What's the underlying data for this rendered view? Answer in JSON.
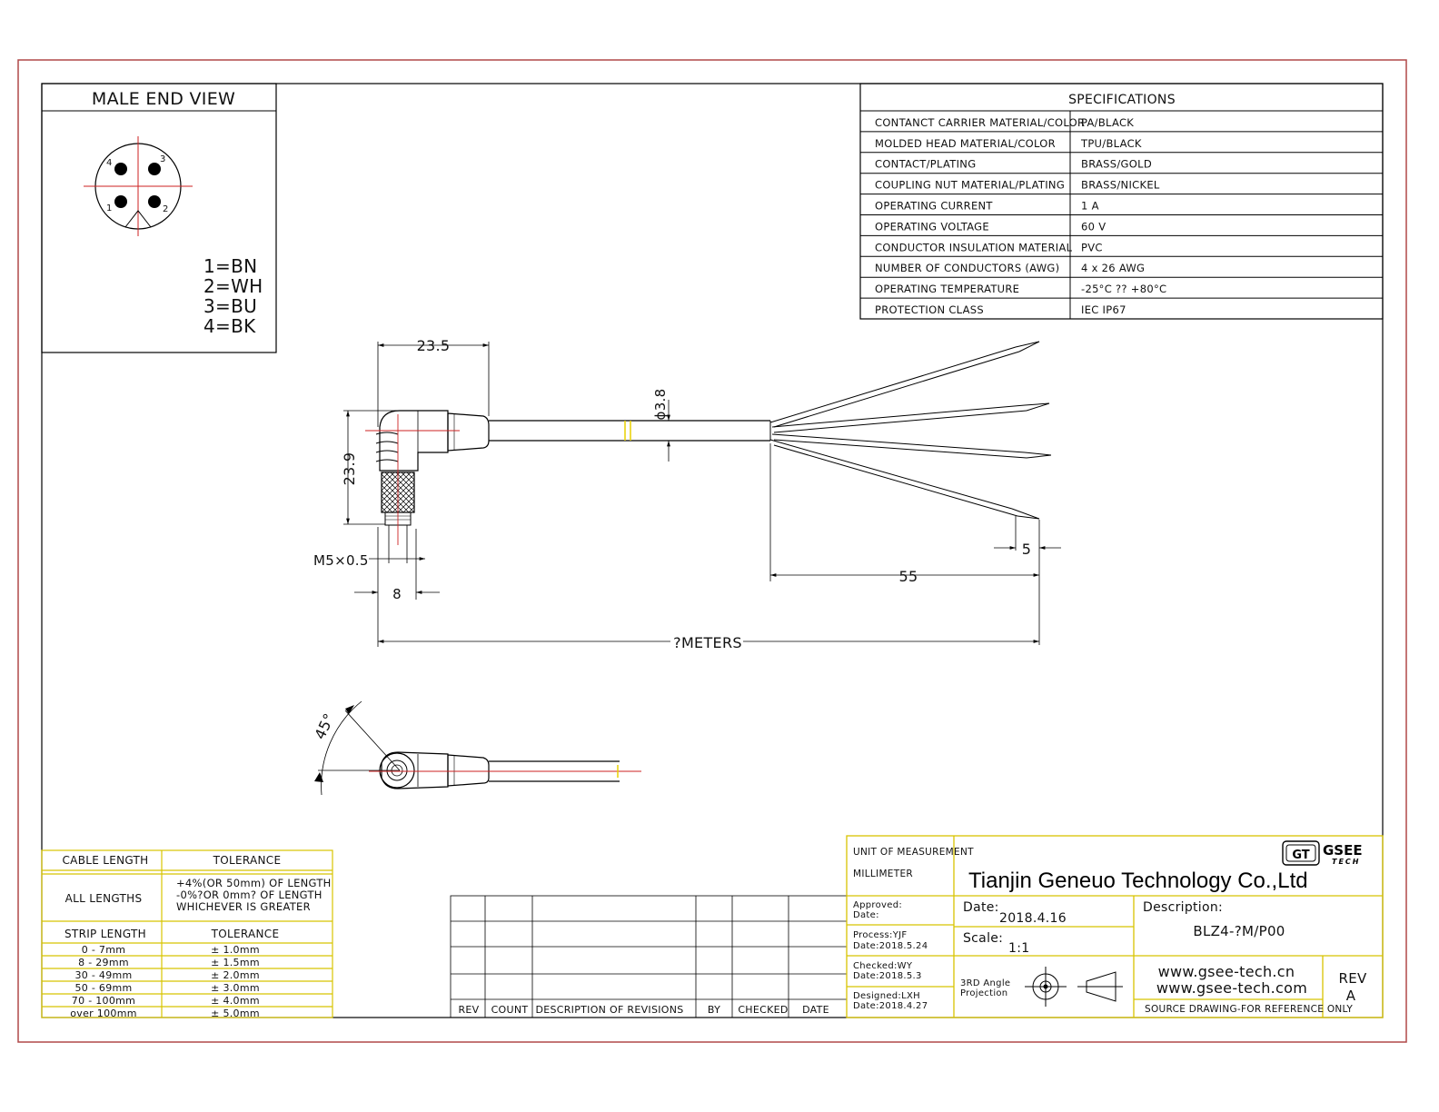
{
  "male_end_view": {
    "title": "MALE END VIEW",
    "pins": [
      "1",
      "2",
      "3",
      "4"
    ],
    "wires": [
      "1=BN",
      "2=WH",
      "3=BU",
      "4=BK"
    ]
  },
  "specifications": {
    "title": "SPECIFICATIONS",
    "rows": [
      {
        "label": "CONTANCT CARRIER MATERIAL/COLOR",
        "value": "PA/BLACK"
      },
      {
        "label": "MOLDED HEAD MATERIAL/COLOR",
        "value": "TPU/BLACK"
      },
      {
        "label": "CONTACT/PLATING",
        "value": "BRASS/GOLD"
      },
      {
        "label": "COUPLING NUT MATERIAL/PLATING",
        "value": "BRASS/NICKEL"
      },
      {
        "label": "OPERATING CURRENT",
        "value": "1 A"
      },
      {
        "label": "OPERATING VOLTAGE",
        "value": "60 V"
      },
      {
        "label": "CONDUCTOR INSULATION MATERIAL",
        "value": "PVC"
      },
      {
        "label": "NUMBER OF CONDUCTORS (AWG)",
        "value": "4 x 26 AWG"
      },
      {
        "label": "OPERATING TEMPERATURE",
        "value": "-25°C ?? +80°C"
      },
      {
        "label": "PROTECTION CLASS",
        "value": "IEC  IP67"
      }
    ]
  },
  "dimensions": {
    "head_length": "23.5",
    "head_height": "23.9",
    "cable_dia": "ϕ3.8",
    "thread": "M5×0.5",
    "nut_width": "8",
    "strip": "5",
    "jacket_strip": "55",
    "total_length": "?METERS",
    "angle": "45°"
  },
  "cable_tolerance": {
    "header_length": "CABLE LENGTH",
    "header_tolerance": "TOLERANCE",
    "all_lengths": "ALL LENGTHS",
    "all_tolerance": [
      "+4%(OR 50mm) OF LENGTH",
      "-0%?OR 0mm? OF LENGTH",
      "WHICHEVER  IS  GREATER"
    ]
  },
  "strip_tolerance": {
    "header_length": "STRIP LENGTH",
    "header_tolerance": "TOLERANCE",
    "rows": [
      {
        "range": "0 - 7mm",
        "tol": "± 1.0mm"
      },
      {
        "range": "8 - 29mm",
        "tol": "± 1.5mm"
      },
      {
        "range": "30 - 49mm",
        "tol": "± 2.0mm"
      },
      {
        "range": "50 - 69mm",
        "tol": "± 3.0mm"
      },
      {
        "range": "70 - 100mm",
        "tol": "± 4.0mm"
      },
      {
        "range": "over 100mm",
        "tol": "± 5.0mm"
      }
    ]
  },
  "revisions": {
    "headers": [
      "REV",
      "COUNT",
      "DESCRIPTION  OF  REVISIONS",
      "BY",
      "CHECKED",
      "DATE"
    ]
  },
  "title_block": {
    "unit_label": "UNIT OF MEASUREMENT",
    "unit_value": "MILLIMETER",
    "company": "Tianjin Geneuo Technology Co.,Ltd",
    "logo_text": "GT",
    "logo_brand": "GSEE",
    "logo_sub": "TECH",
    "approved": "Approved:",
    "approved_date": "Date:",
    "process": "Process:YJF",
    "process_date": "Date:2018.5.24",
    "checked": "Checked:WY",
    "checked_date": "Date:2018.5.3",
    "designed": "Designed:LXH",
    "designed_date": "Date:2018.4.27",
    "date_label": "Date:",
    "date_value": "2018.4.16",
    "scale_label": "Scale:",
    "scale_value": "1:1",
    "projection_1": "3RD Angle",
    "projection_2": "Projection",
    "description_label": "Description:",
    "description_value": "BLZ4-?M/P00",
    "url_1": "www.gsee-tech.cn",
    "url_2": "www.gsee-tech.com",
    "source_note": "SOURCE DRAWING-FOR REFERENCE ONLY",
    "rev_label": "REV",
    "rev_value": "A"
  },
  "colors": {
    "outer_frame": "#b04848",
    "inner_frame": "#000000",
    "title_block": "#d8c400",
    "red_line": "#cc2222",
    "yellow_mark": "#e8d000"
  }
}
